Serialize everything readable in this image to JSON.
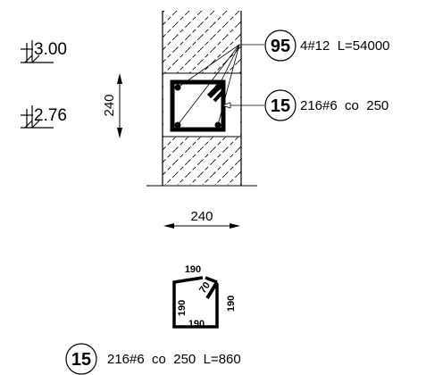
{
  "levels": {
    "upper": "3.00",
    "lower": "2.76"
  },
  "section": {
    "height_dim": "240",
    "width_dim": "240",
    "main_bar": {
      "mark": "95",
      "spec": "4#12  L=54000"
    },
    "stirrup": {
      "mark": "15",
      "spec": "216#6  co  250"
    }
  },
  "shape": {
    "top": "190",
    "hook": "70",
    "right": "190",
    "bottom": "190",
    "left": "190",
    "mark": "15",
    "spec": "216#6  co  250  L=860"
  }
}
